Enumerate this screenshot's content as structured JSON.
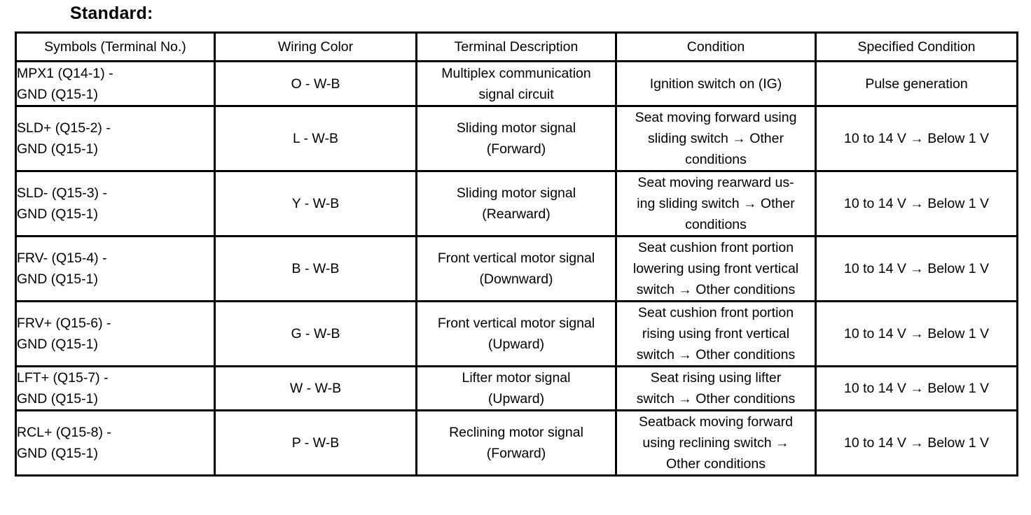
{
  "title": "Standard:",
  "table": {
    "headers": [
      "Symbols (Terminal No.)",
      "Wiring Color",
      "Terminal Description",
      "Condition",
      "Specified Condition"
    ],
    "rows": [
      {
        "symbol_line1": "MPX1 (Q14-1) -",
        "symbol_line2": "GND (Q15-1)",
        "wiring_color": "O  -  W-B",
        "description_line1": "Multiplex communication",
        "description_line2": "signal circuit",
        "description_line3": "",
        "condition_line1": "Ignition switch on (IG)",
        "condition_line2": "",
        "condition_line3": "",
        "specified_condition": "Pulse generation"
      },
      {
        "symbol_line1": "SLD+ (Q15-2) -",
        "symbol_line2": "GND (Q15-1)",
        "wiring_color": "L  -  W-B",
        "description_line1": "Sliding motor signal",
        "description_line2": "(Forward)",
        "description_line3": "",
        "condition_line1": "Seat moving forward using",
        "condition_line2": "sliding switch → Other",
        "condition_line3": "conditions",
        "specified_condition": "10 to 14 V → Below 1 V"
      },
      {
        "symbol_line1": "SLD- (Q15-3) -",
        "symbol_line2": "GND (Q15-1)",
        "wiring_color": "Y  -  W-B",
        "description_line1": "Sliding motor signal",
        "description_line2": "(Rearward)",
        "description_line3": "",
        "condition_line1": "Seat moving rearward us-",
        "condition_line2": "ing sliding switch → Other",
        "condition_line3": "conditions",
        "specified_condition": "10 to 14 V → Below 1 V"
      },
      {
        "symbol_line1": "FRV- (Q15-4) -",
        "symbol_line2": "GND (Q15-1)",
        "wiring_color": "B  -  W-B",
        "description_line1": "Front vertical motor signal",
        "description_line2": "(Downward)",
        "description_line3": "",
        "condition_line1": "Seat cushion front portion",
        "condition_line2": "lowering using front vertical",
        "condition_line3": "switch → Other conditions",
        "specified_condition": "10 to 14 V → Below 1 V"
      },
      {
        "symbol_line1": "FRV+ (Q15-6) -",
        "symbol_line2": "GND (Q15-1)",
        "wiring_color": "G  -  W-B",
        "description_line1": "Front vertical motor signal",
        "description_line2": "(Upward)",
        "description_line3": "",
        "condition_line1": "Seat cushion front portion",
        "condition_line2": "rising using front vertical",
        "condition_line3": "switch → Other conditions",
        "specified_condition": "10 to 14 V → Below 1 V"
      },
      {
        "symbol_line1": "LFT+ (Q15-7) -",
        "symbol_line2": "GND (Q15-1)",
        "wiring_color": "W  -  W-B",
        "description_line1": "Lifter motor signal",
        "description_line2": "(Upward)",
        "description_line3": "",
        "condition_line1": "Seat rising using lifter",
        "condition_line2": "switch → Other conditions",
        "condition_line3": "",
        "specified_condition": "10 to 14 V → Below 1 V"
      },
      {
        "symbol_line1": "RCL+ (Q15-8) -",
        "symbol_line2": "GND (Q15-1)",
        "wiring_color": "P  -  W-B",
        "description_line1": "Reclining motor signal",
        "description_line2": "(Forward)",
        "description_line3": "",
        "condition_line1": "Seatback moving forward",
        "condition_line2": "using reclining switch →",
        "condition_line3": "Other conditions",
        "specified_condition": "10 to 14 V → Below 1 V"
      }
    ]
  }
}
